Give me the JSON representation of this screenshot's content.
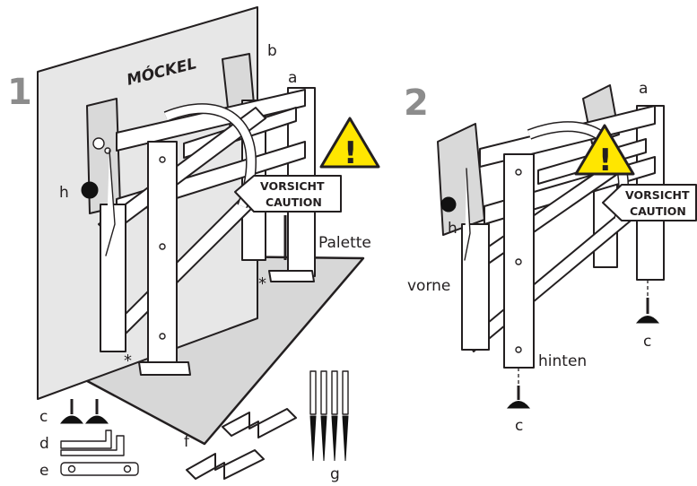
{
  "figure1": {
    "number": "1",
    "brand": "MÓCKEL",
    "labels": {
      "a": "a",
      "b": "b",
      "h": "h",
      "palette": "Palette",
      "asterisk": "*"
    },
    "warning": {
      "line1": "VORSICHT",
      "line2": "CAUTION",
      "symbol": "!"
    }
  },
  "figure2": {
    "number": "2",
    "labels": {
      "a": "a",
      "h": "h",
      "c_back": "c",
      "c_front": "c",
      "front": "vorne",
      "back": "hinten"
    },
    "warning": {
      "line1": "VORSICHT",
      "line2": "CAUTION",
      "symbol": "!"
    }
  },
  "parts": {
    "c": "c",
    "d": "d",
    "e": "e",
    "f": "f",
    "g": "g"
  },
  "colors": {
    "line": "#231f20",
    "warning_yellow": "#ffe600",
    "panel_grey": "#e7e7e7",
    "mat_grey": "#d7d7d7",
    "number_grey": "#8c8c8c"
  }
}
